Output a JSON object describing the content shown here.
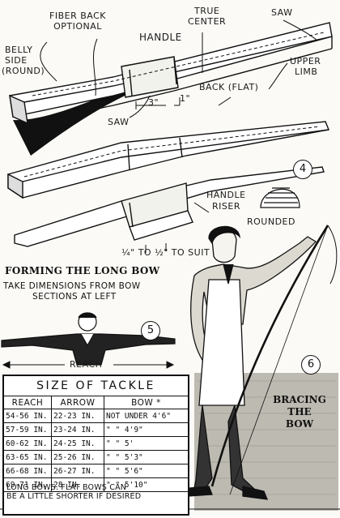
{
  "labels": {
    "fiber_back": "FIBER BACK",
    "optional": "OPTIONAL",
    "true": "TRUE",
    "center": "CENTER",
    "saw_top": "SAW",
    "handle": "HANDLE",
    "belly": "BELLY",
    "side": "SIDE",
    "round": "(ROUND)",
    "upper": "UPPER",
    "limb": "LIMB",
    "dim_3": "3\"",
    "dim_1": "1\"",
    "back_flat": "BACK (FLAT)",
    "saw_mid": "SAW",
    "handle_riser_1": "HANDLE",
    "handle_riser_2": "RISER",
    "rounded": "ROUNDED",
    "to_suit": "¼\" TO ½\" TO SUIT",
    "reach": "REACH"
  },
  "figure_numbers": {
    "four": "4",
    "five": "5",
    "six": "6"
  },
  "section": {
    "title": "FORMING THE LONG BOW",
    "line1": "TAKE DIMENSIONS FROM BOW",
    "line2": "SECTIONS AT LEFT"
  },
  "table": {
    "title": "SIZE OF TACKLE",
    "headers": [
      "REACH",
      "ARROW",
      "BOW *"
    ],
    "rows": [
      [
        "54-56 IN.",
        "22-23 IN.",
        "NOT UNDER 4'6\""
      ],
      [
        "57-59 IN.",
        "23-24 IN.",
        "\"       \"      4'9\""
      ],
      [
        "60-62 IN.",
        "24-25 IN.",
        "\"       \"       5'"
      ],
      [
        "63-65 IN.",
        "25-26 IN.",
        "\"       \"      5'3\""
      ],
      [
        "66-68 IN.",
        "26-27 IN.",
        "\"       \"      5'6\""
      ],
      [
        "69-71 IN.",
        "28 IN.",
        "\"       \"     5'10\""
      ]
    ],
    "note_line1": "LONG BOWS.   FLAT BOWS CAN",
    "note_line2": "BE A LITTLE SHORTER IF DESIRED"
  },
  "caption": {
    "line1": "BRACING",
    "line2": "THE",
    "line3": "BOW"
  }
}
